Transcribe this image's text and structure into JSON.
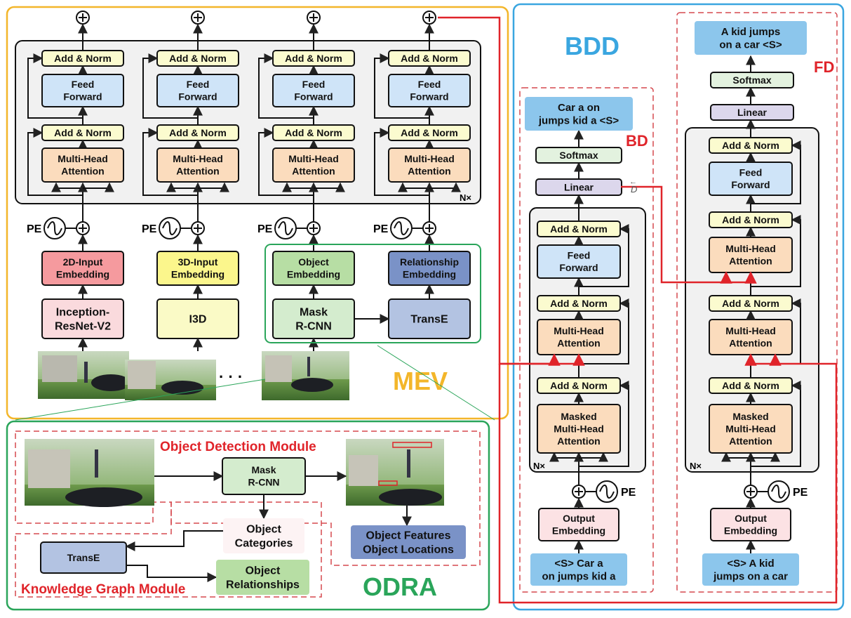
{
  "mev": {
    "title": "MEV",
    "n_label": "N×",
    "pe": "PE",
    "streams": [
      {
        "add_norm_top": "Add & Norm",
        "ff": [
          "Feed",
          "Forward"
        ],
        "add_norm_bottom": "Add & Norm",
        "mha": [
          "Multi-Head",
          "Attention"
        ],
        "embedding": [
          "2D-Input",
          "Embedding"
        ],
        "extractor": [
          "Inception-",
          "ResNet-V2"
        ]
      },
      {
        "add_norm_top": "Add & Norm",
        "ff": [
          "Feed",
          "Forward"
        ],
        "add_norm_bottom": "Add & Norm",
        "mha": [
          "Multi-Head",
          "Attention"
        ],
        "embedding": [
          "3D-Input",
          "Embedding"
        ],
        "extractor": [
          "I3D"
        ]
      },
      {
        "add_norm_top": "Add & Norm",
        "ff": [
          "Feed",
          "Forward"
        ],
        "add_norm_bottom": "Add & Norm",
        "mha": [
          "Multi-Head",
          "Attention"
        ],
        "embedding": [
          "Object",
          "Embedding"
        ],
        "extractor": [
          "Mask",
          "R-CNN"
        ]
      },
      {
        "add_norm_top": "Add & Norm",
        "ff": [
          "Feed",
          "Forward"
        ],
        "add_norm_bottom": "Add & Norm",
        "mha": [
          "Multi-Head",
          "Attention"
        ],
        "embedding": [
          "Relationship",
          "Embedding"
        ],
        "extractor": [
          "TransE"
        ]
      }
    ],
    "ellipsis": "· · ·"
  },
  "odra": {
    "title": "ODRA",
    "object_detection_module": "Object Detection Module",
    "knowledge_graph_module": "Knowledge Graph Module",
    "mask_rcnn": [
      "Mask",
      "R-CNN"
    ],
    "object_categories": [
      "Object",
      "Categories"
    ],
    "transe": "TransE",
    "object_relationships": [
      "Object",
      "Relationships"
    ],
    "object_features": [
      "Object Features",
      "Object Locations"
    ]
  },
  "bdd": {
    "title": "BDD",
    "bd": {
      "label": "BD",
      "output_text": [
        "Car a on",
        "jumps kid a <S>"
      ],
      "softmax": "Softmax",
      "linear": "Linear",
      "d_symbol": "D",
      "add_norm_1": "Add & Norm",
      "ff": [
        "Feed",
        "Forward"
      ],
      "add_norm_2": "Add & Norm",
      "mha": [
        "Multi-Head",
        "Attention"
      ],
      "add_norm_3": "Add & Norm",
      "masked_mha": [
        "Masked",
        "Multi-Head",
        "Attention"
      ],
      "n_label": "N×",
      "pe": "PE",
      "output_embedding": [
        "Output",
        "Embedding"
      ],
      "input_text": [
        "<S> Car a",
        "on jumps kid a"
      ]
    },
    "fd": {
      "label": "FD",
      "output_text": [
        "A kid jumps",
        "on a car <S>"
      ],
      "softmax": "Softmax",
      "linear": "Linear",
      "add_norm_1": "Add & Norm",
      "ff": [
        "Feed",
        "Forward"
      ],
      "add_norm_2": "Add & Norm",
      "mha": [
        "Multi-Head",
        "Attention"
      ],
      "add_norm_3": "Add & Norm",
      "mha2": [
        "Multi-Head",
        "Attention"
      ],
      "add_norm_4": "Add & Norm",
      "masked_mha": [
        "Masked",
        "Multi-Head",
        "Attention"
      ],
      "n_label": "N×",
      "pe": "PE",
      "output_embedding": [
        "Output",
        "Embedding"
      ],
      "input_text": [
        "<S> A kid",
        "jumps on a car"
      ]
    }
  },
  "colors": {
    "mev_border": "#f3b62a",
    "odra_border": "#2aa55a",
    "bdd_border": "#3aa6e0",
    "red_arrow": "#e0242a",
    "add_norm": "#fbfbcf",
    "feed_forward": "#cfe4f8",
    "attention": "#fbdcbd",
    "softmax": "#e3f2df",
    "linear": "#dcd7ec",
    "emb_2d": "#f59a9e",
    "emb_3d": "#fbf68c",
    "emb_obj": "#b7dea4",
    "emb_rel": "#7a92c7",
    "inception": "#fadadd",
    "i3d": "#fafac6",
    "maskrcnn": "#d4ecce",
    "transe": "#b3c3e2",
    "output_emb": "#fce2e4",
    "text_box": "#8cc6ec"
  }
}
